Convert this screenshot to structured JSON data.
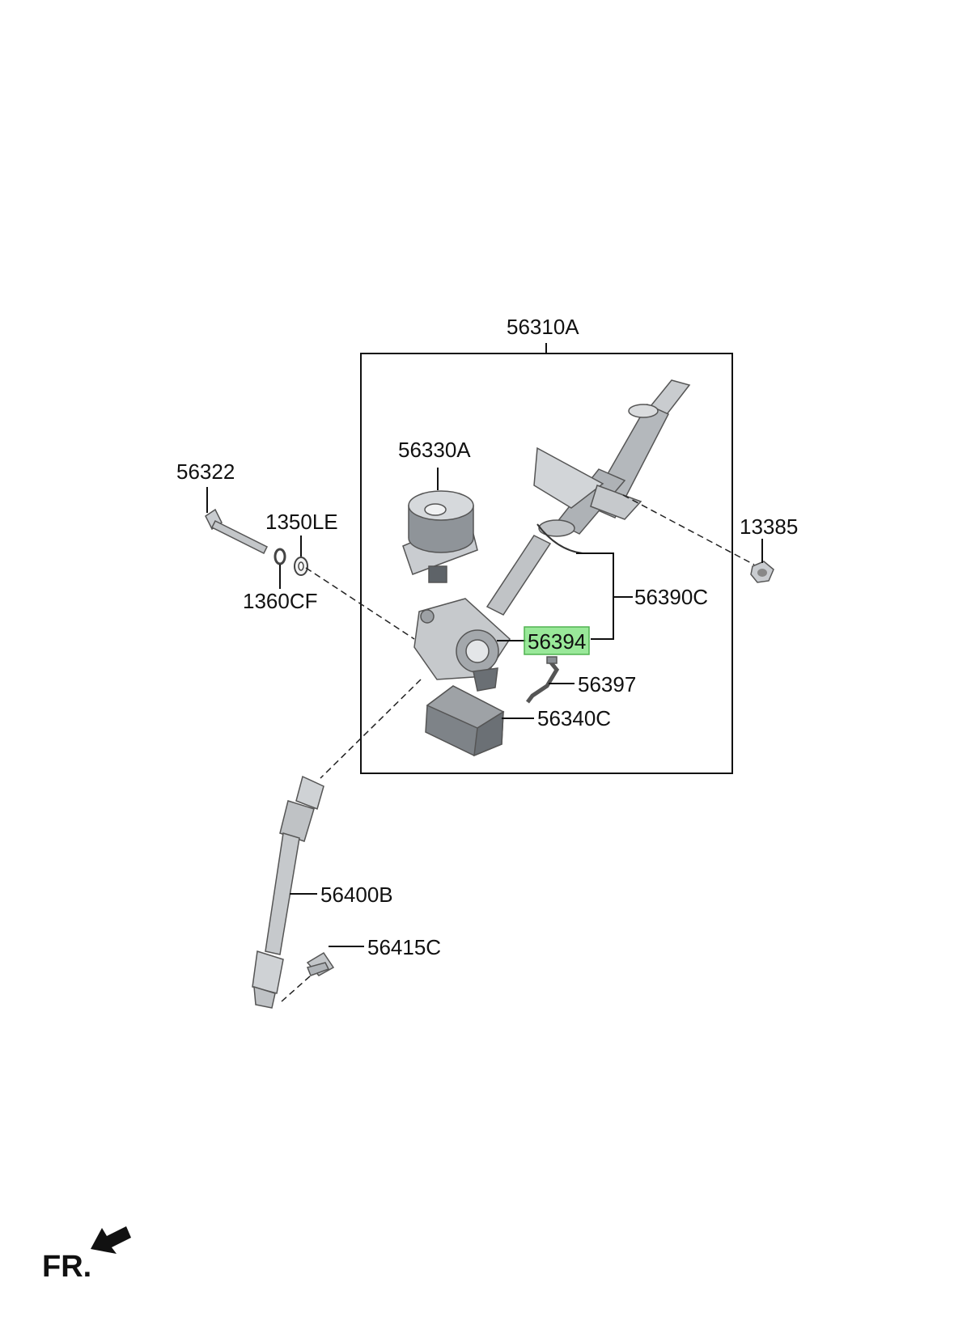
{
  "labels": {
    "assembly": "56310A",
    "motor": "56330A",
    "bolt": "56322",
    "washer_1350LE": "1350LE",
    "washer_1360CF": "1360CF",
    "nut": "13385",
    "sub_assembly": "56390C",
    "highlighted_part": "56394",
    "sensor": "56397",
    "ecu": "56340C",
    "joint_shaft": "56400B",
    "joint_bolt": "56415C",
    "direction": "FR."
  },
  "highlight_color": "#8ee68e",
  "icons": [
    "front-direction-arrow-icon"
  ]
}
